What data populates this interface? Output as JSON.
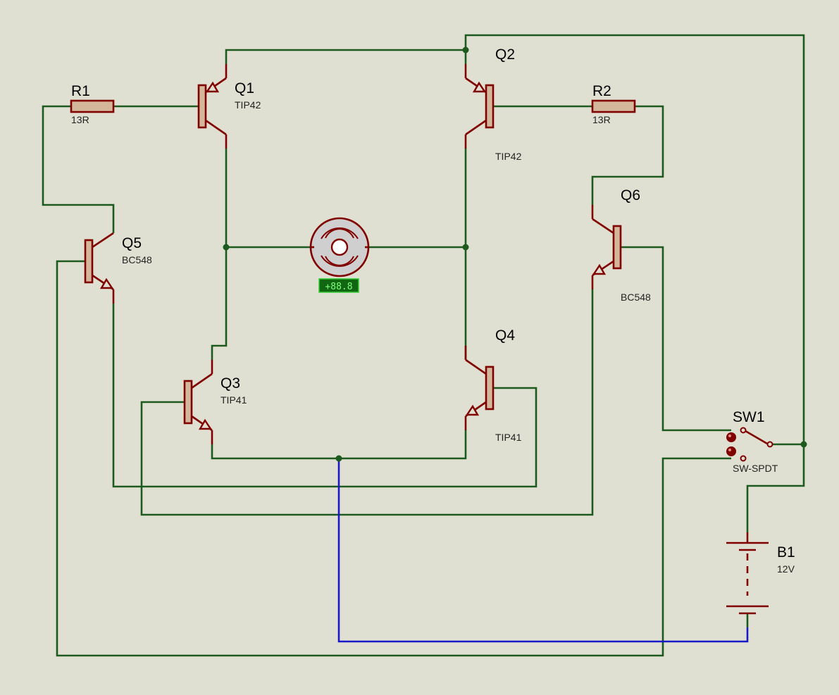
{
  "components": {
    "r1": {
      "ref": "R1",
      "value": "13R"
    },
    "r2": {
      "ref": "R2",
      "value": "13R"
    },
    "q1": {
      "ref": "Q1",
      "value": "TIP42"
    },
    "q2": {
      "ref": "Q2",
      "value": "TIP42"
    },
    "q3": {
      "ref": "Q3",
      "value": "TIP41"
    },
    "q4": {
      "ref": "Q4",
      "value": "TIP41"
    },
    "q5": {
      "ref": "Q5",
      "value": "BC548"
    },
    "q6": {
      "ref": "Q6",
      "value": "BC548"
    },
    "sw1": {
      "ref": "SW1",
      "value": "SW-SPDT"
    },
    "b1": {
      "ref": "B1",
      "value": "12V"
    },
    "motor": {
      "readout": "+88.8"
    }
  },
  "colors": {
    "background": "#e0e0d2",
    "wire": "#1d5a1d",
    "ground_wire": "#1818c8",
    "component": "#800000",
    "component_fill": "#d4b79a",
    "meter_bg": "#116611",
    "meter_text": "#7cff7c"
  },
  "icons": [
    "dc-motor-icon",
    "npn-transistor-icon",
    "pnp-transistor-icon",
    "resistor-icon",
    "battery-icon",
    "spdt-switch-icon"
  ]
}
